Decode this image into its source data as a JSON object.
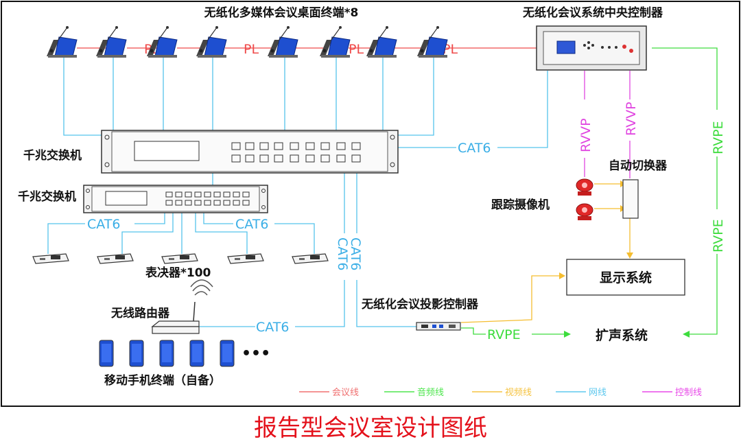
{
  "labels": {
    "terminals": "无纸化多媒体会议桌面终端*8",
    "central": "无纸化会议系统中央控制器",
    "switch1": "千兆交换机",
    "switch2": "千兆交换机",
    "auto_switcher": "自动切换器",
    "camera": "跟踪摄像机",
    "display": "显示系统",
    "voters": "表决器*100",
    "router": "无线路由器",
    "projector": "无纸化会议投影控制器",
    "speaker": "扩声系统",
    "mobiles": "移动手机终端（自备）",
    "ellipsis": "•••"
  },
  "wire_labels": {
    "pl": "PL",
    "cat6": "CAT6",
    "rvvp": "RVVP",
    "rvpe": "RVPE"
  },
  "legend": [
    {
      "label": "会议线",
      "color": "#f07070"
    },
    {
      "label": "音频线",
      "color": "#4ee64e"
    },
    {
      "label": "视频线",
      "color": "#f5c342"
    },
    {
      "label": "网线",
      "color": "#5ec8ee"
    },
    {
      "label": "控制线",
      "color": "#e84ae8"
    }
  ],
  "colors": {
    "meeting": "#ef4b4b",
    "audio": "#3ddc3d",
    "video": "#f5bd2f",
    "network": "#55c3ec",
    "control": "#e046e0",
    "caption": "#e4111b"
  },
  "caption": "报告型会议室设计图纸"
}
